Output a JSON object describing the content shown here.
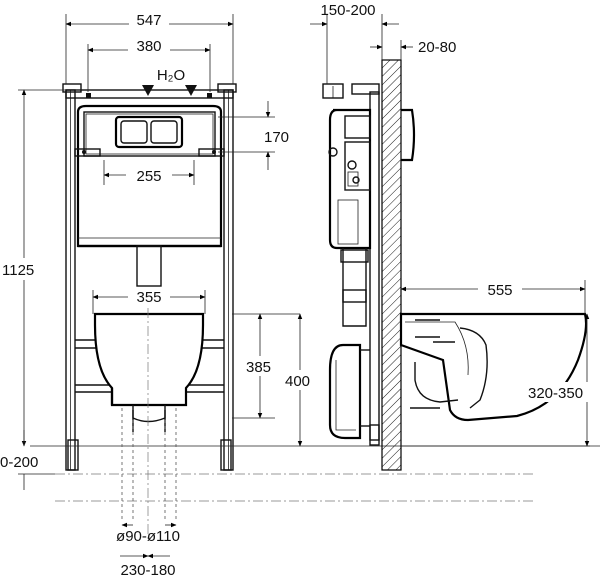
{
  "labels": {
    "frame_width": "547",
    "inner_width": "380",
    "water_inlet": "H₂O",
    "plate_height": "170",
    "plate_width": "255",
    "total_height": "1125",
    "bowl_mount_width": "355",
    "bowl_mount_height": "385",
    "outlet_height": "400",
    "floor_range": "0-200",
    "pipe_diameter": "ø90-ø110",
    "outlet_offset": "230-180",
    "wall_distance": "150-200",
    "wall_thickness": "20-80",
    "bowl_length": "555",
    "bowl_height": "320-350"
  }
}
